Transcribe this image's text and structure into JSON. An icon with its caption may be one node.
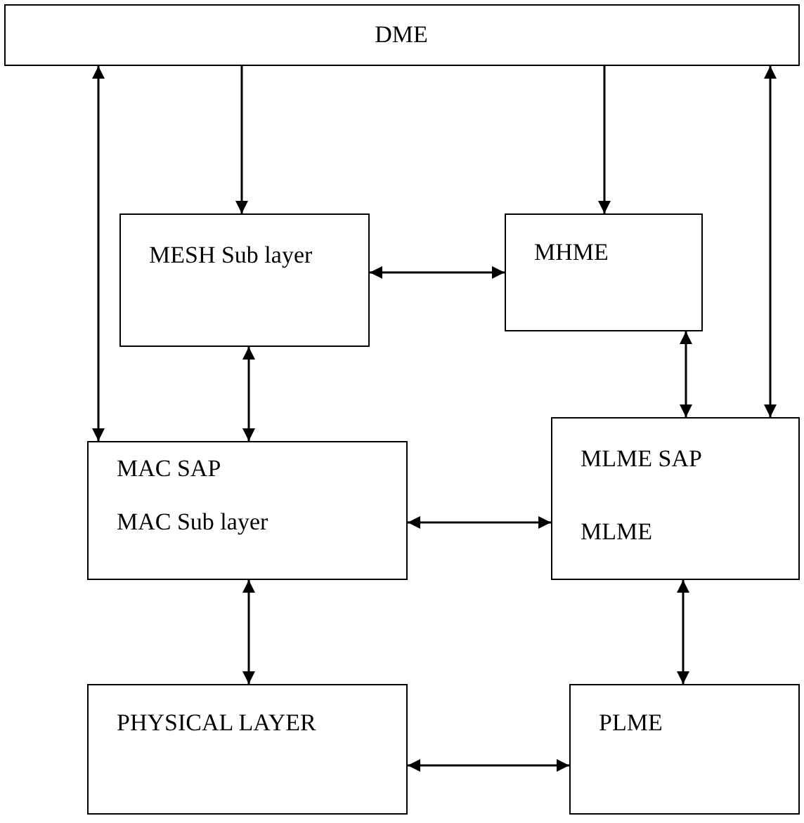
{
  "diagram": {
    "nodes": [
      {
        "text": [
          "DME"
        ]
      },
      {
        "text": [
          "MESH Sub layer"
        ]
      },
      {
        "text": [
          "MHME"
        ]
      },
      {
        "text": [
          "MAC SAP",
          "MAC Sub layer"
        ]
      },
      {
        "text": [
          "MLME SAP",
          "MLME"
        ]
      },
      {
        "text": [
          "PHYSICAL LAYER"
        ]
      },
      {
        "text": [
          "PLME"
        ]
      }
    ],
    "edges": [
      {
        "from": 0,
        "to": 1,
        "arrow": "to"
      },
      {
        "from": 0,
        "to": 2,
        "arrow": "to"
      },
      {
        "from": 0,
        "to": 3,
        "arrow": "both"
      },
      {
        "from": 0,
        "to": 4,
        "arrow": "both"
      },
      {
        "from": 1,
        "to": 2,
        "arrow": "both"
      },
      {
        "from": 1,
        "to": 3,
        "arrow": "both"
      },
      {
        "from": 2,
        "to": 4,
        "arrow": "both"
      },
      {
        "from": 3,
        "to": 4,
        "arrow": "both"
      },
      {
        "from": 3,
        "to": 5,
        "arrow": "both"
      },
      {
        "from": 4,
        "to": 6,
        "arrow": "both"
      },
      {
        "from": 5,
        "to": 6,
        "arrow": "both"
      }
    ]
  }
}
